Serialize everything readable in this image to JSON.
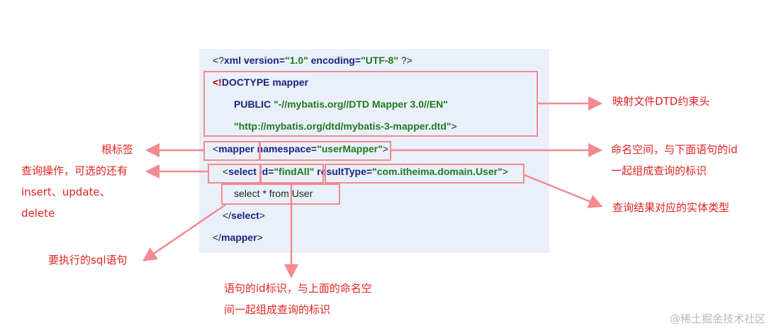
{
  "code_lines": {
    "xml_decl": {
      "open": "<?",
      "name": "xml version=",
      "version": "\"1.0\"",
      "enc": " encoding=",
      "enc_val": "\"UTF-8\"",
      "close": " ?>"
    },
    "doctype": {
      "open": "<!",
      "text": "DOCTYPE mapper"
    },
    "public": {
      "kw": "PUBLIC ",
      "val": "\"-//mybatis.org//DTD Mapper 3.0//EN\""
    },
    "dtd_url": {
      "val": "\"http://mybatis.org/dtd/mybatis-3-mapper.dtd\"",
      "close": ">"
    },
    "mapper_open": {
      "open": "<",
      "tag": "mapper ",
      "attr": "namespace=",
      "val": "\"userMapper\"",
      "close": ">"
    },
    "select_open": {
      "open": "<",
      "tag": "select ",
      "attr1": "id=",
      "val1": "\"findAll\"",
      "attr2": " resultType=",
      "val2": "\"com.itheima.domain.User\"",
      "close": ">"
    },
    "sql": "select  * from User",
    "select_close": {
      "open": "</",
      "tag": "select",
      "close": ">"
    },
    "mapper_close": {
      "open": "</",
      "tag": "mapper",
      "close": ">"
    }
  },
  "annotations": {
    "dtd_constraint": "映射文件DTD约束头",
    "root_tag": "根标签",
    "query_op_line1": "查询操作，可选的还有",
    "query_op_line2": "insert、update、",
    "query_op_line3": "delete",
    "namespace_line1": "命名空间，与下面语句的id",
    "namespace_line2": "一起组成查询的标识",
    "result_type": "查询结果对应的实体类型",
    "sql_exec": "要执行的sql语句",
    "id_line1": "语句的id标识，与上面的命名空",
    "id_line2": "间一起组成查询的标识"
  },
  "watermark": "@稀土掘金技术社区",
  "colors": {
    "annotation_text": "#e32222",
    "arrow": "#f28a90",
    "panel_bg": "#eaf0fa",
    "keyword": "#1a237e",
    "string": "#1f7a1f"
  }
}
